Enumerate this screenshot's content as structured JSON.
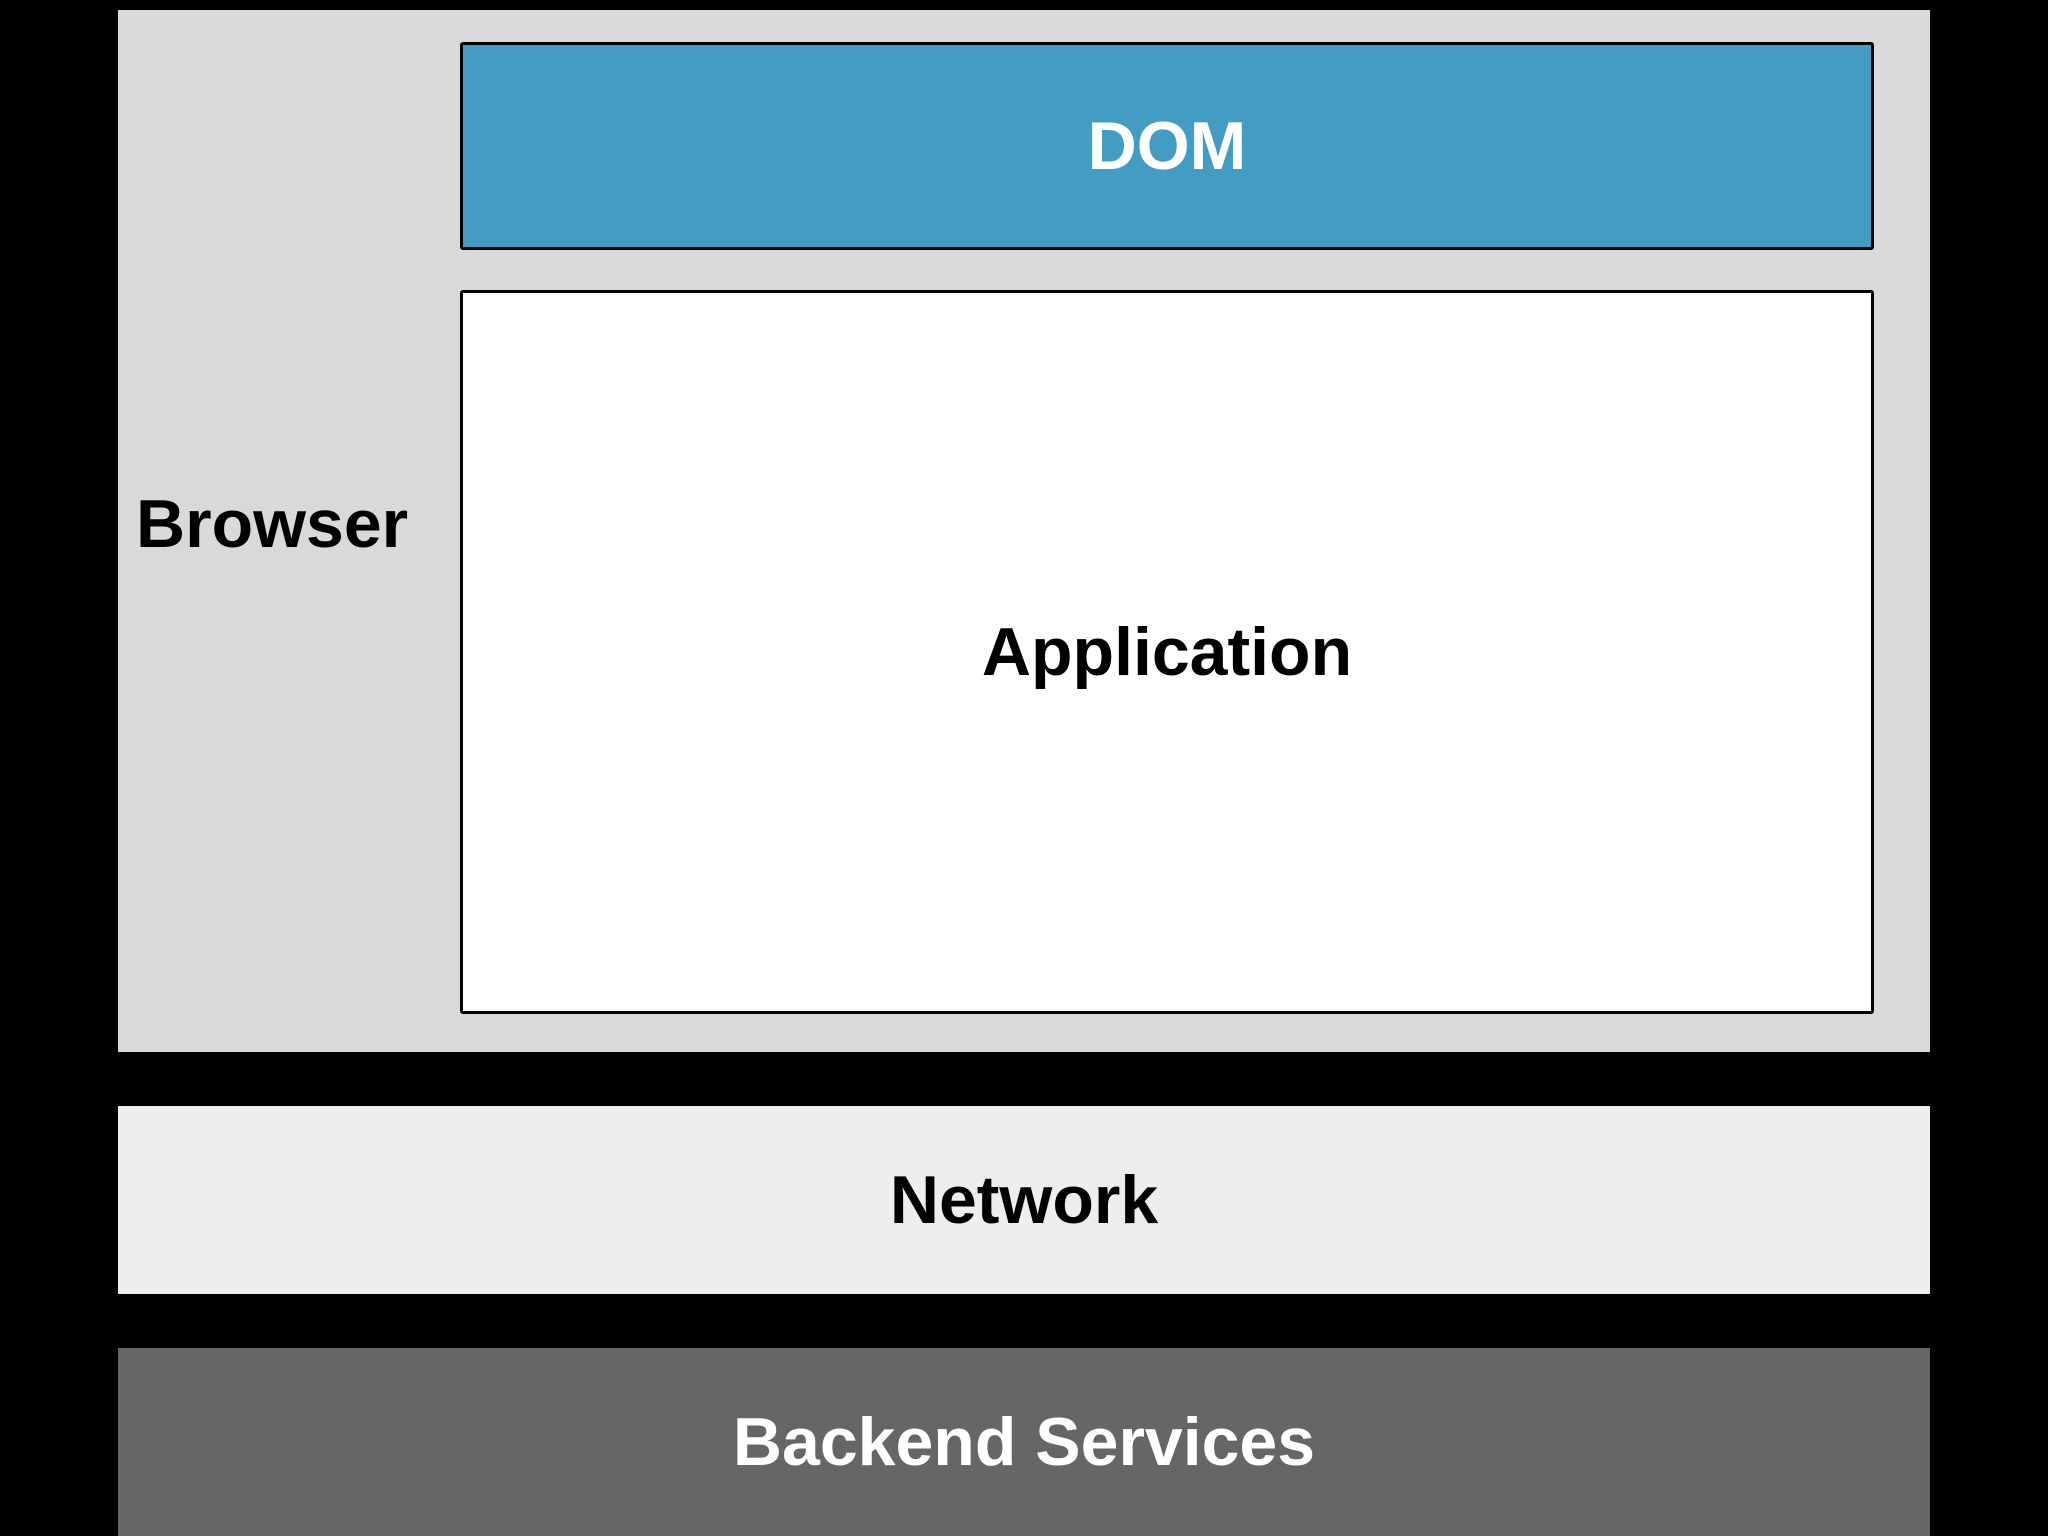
{
  "diagram": {
    "browser": {
      "label": "Browser"
    },
    "dom": {
      "label": "DOM"
    },
    "application": {
      "label": "Application"
    },
    "network": {
      "label": "Network"
    },
    "backend": {
      "label": "Backend Services"
    }
  },
  "colors": {
    "background": "#000000",
    "browser_fill": "#d9d9d9",
    "dom_fill": "#439dc2",
    "application_fill": "#ffffff",
    "network_fill": "#eeeeee",
    "backend_fill": "#666666"
  }
}
